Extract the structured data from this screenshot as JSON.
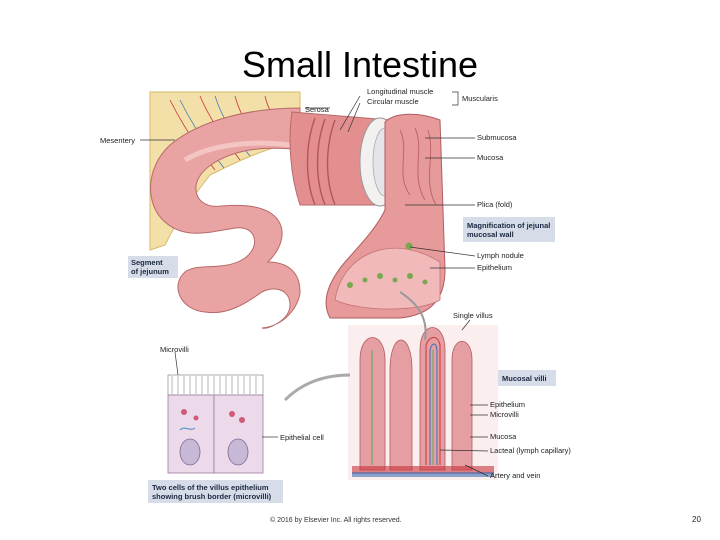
{
  "title": "Small Intestine",
  "labels": {
    "longitudinal": "Longitudinal muscle",
    "circular": "Circular muscle",
    "serosa": "Serosa",
    "muscularis": "Muscularis",
    "mesentery": "Mesentery",
    "submucosa": "Submucosa",
    "mucosa_top": "Mucosa",
    "plica": "Plica (fold)",
    "magnification_line1": "Magnification of jejunal",
    "magnification_line2": "mucosal wall",
    "lymph_nodule": "Lymph nodule",
    "epithelium_top": "Epithelium",
    "segment_line1": "Segment",
    "segment_line2": "of jejunum",
    "single_villus": "Single villus",
    "microvilli_top": "Microvilli",
    "mucosal_villi": "Mucosal villi",
    "epithelium_villi": "Epithelium",
    "microvilli_villi": "Microvilli",
    "epithelial_cell": "Epithelial cell",
    "mucosa_villi": "Mucosa",
    "lacteal": "Lacteal (lymph capillary)",
    "artery_vein": "Artery and vein",
    "two_cells_line1": "Two cells of the villus epithelium",
    "two_cells_line2": "showing brush border (microvilli)"
  },
  "footer": "© 2016 by Elsevier Inc. All rights reserved.",
  "page_number": "20",
  "colors": {
    "intestine": "#e9a3a2",
    "mesentery": "#f3dfa8",
    "label_box": "#d6dde8",
    "artery": "#c8343a",
    "vein": "#3a6fb8",
    "lacteal": "#4fae5a"
  }
}
